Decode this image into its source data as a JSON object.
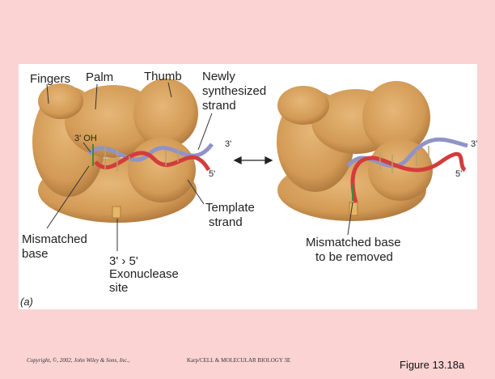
{
  "left": {
    "fingers": "Fingers",
    "palm": "Palm",
    "thumb": "Thumb",
    "newly_1": "Newly",
    "newly_2": "synthesized",
    "newly_3": "strand",
    "oh": "3' OH",
    "end3": "3'",
    "end5": "5'",
    "template_1": "Template",
    "template_2": "strand",
    "mismatch_1": "Mismatched",
    "mismatch_2": "base",
    "exo_1": "3'  › 5'",
    "exo_2": "Exonuclease",
    "exo_3": "site",
    "panel_letter": "(a)"
  },
  "right": {
    "end3": "3'",
    "end5": "5'",
    "removed_1": "Mismatched base",
    "removed_2": "to be removed"
  },
  "footer": {
    "copyright": "Copyright, ©, 2002, John Wiley & Sons, Inc.,",
    "source": "Karp/CELL & MOLECULAR BIOLOGY 3E",
    "figure": "Figure 13.18a"
  },
  "colors": {
    "protein": "#d9a35d",
    "protein_dark": "#b57d3d",
    "strand_red": "#d43c3c",
    "strand_blue": "#8f93c7",
    "exo_site": "#e4b867"
  }
}
